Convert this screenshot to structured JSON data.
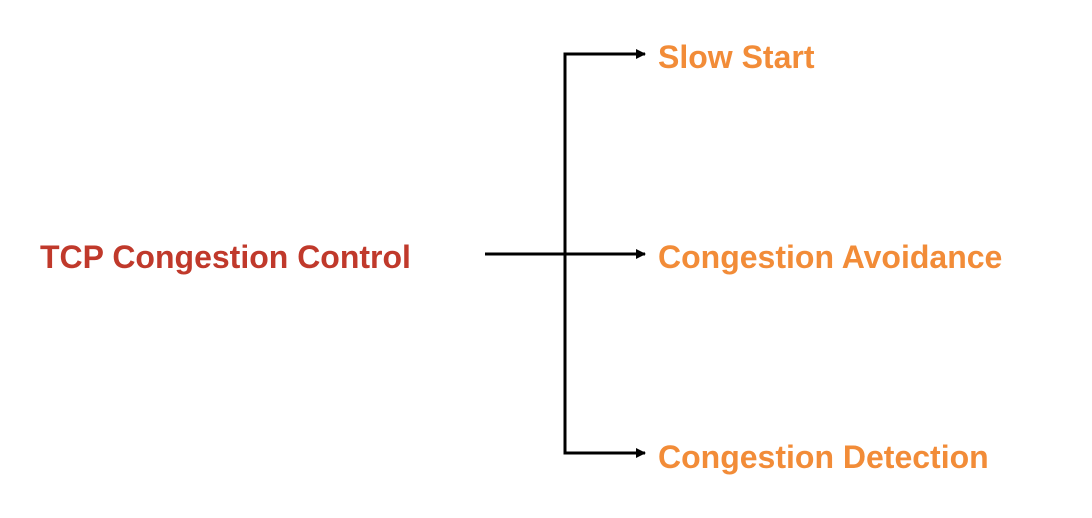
{
  "diagram": {
    "root": {
      "label": "TCP Congestion Control",
      "color": "#c0392b"
    },
    "branches": [
      {
        "label": "Slow Start",
        "color": "#f28c38"
      },
      {
        "label": "Congestion Avoidance",
        "color": "#f28c38"
      },
      {
        "label": "Congestion Detection",
        "color": "#f28c38"
      }
    ],
    "connector_color": "#000000"
  }
}
